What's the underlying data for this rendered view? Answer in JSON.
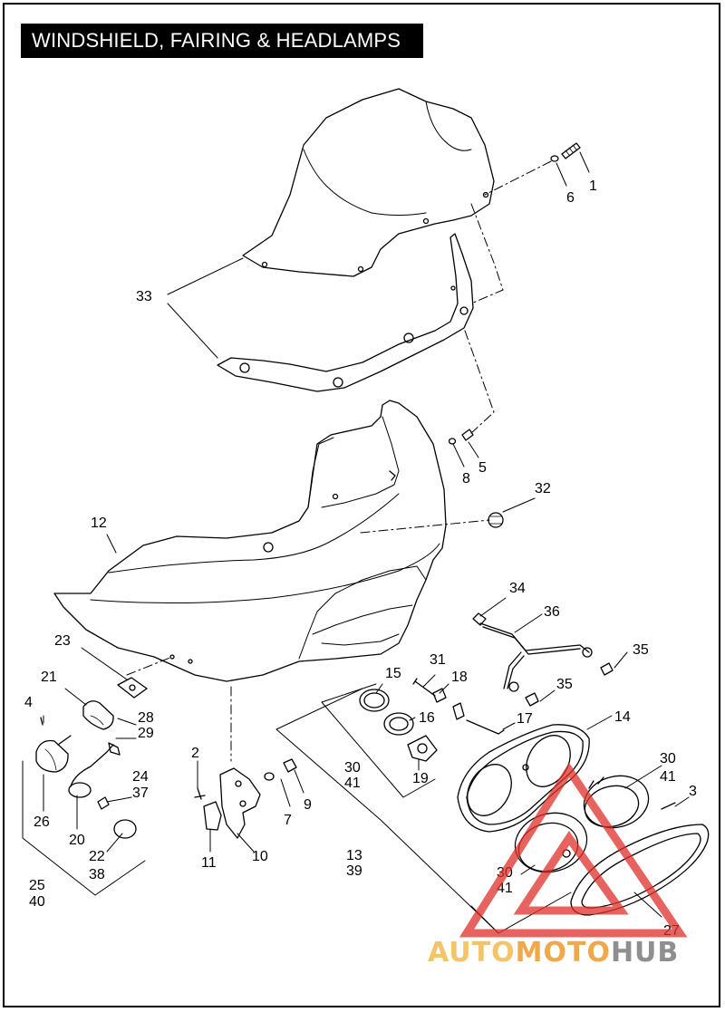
{
  "title": "WINDSHIELD, FAIRING & HEADLAMPS",
  "callouts": [
    "1",
    "6",
    "33",
    "8",
    "5",
    "32",
    "12",
    "34",
    "36",
    "35",
    "23",
    "31",
    "18",
    "15",
    "21",
    "4",
    "28",
    "29",
    "16",
    "17",
    "14",
    "35",
    "2",
    "30",
    "41",
    "24",
    "37",
    "9",
    "30",
    "41",
    "3",
    "19",
    "26",
    "20",
    "7",
    "22",
    "38",
    "11",
    "10",
    "13",
    "39",
    "30",
    "41",
    "25",
    "40",
    "27"
  ],
  "watermark": {
    "part1": "AUTO",
    "part2": "MOTO",
    "part3": "HUB"
  },
  "colors": {
    "line": "#000000",
    "watermark_red": "#e0302a",
    "watermark_orange": "#f0a84a",
    "watermark_grey": "#8f8f8f"
  }
}
